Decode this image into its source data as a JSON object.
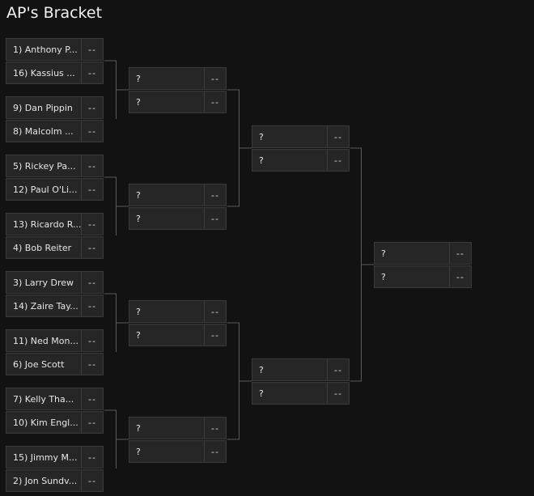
{
  "title": "AP's Bracket",
  "round1": [
    {
      "name": "1) Anthony P...",
      "score": "--"
    },
    {
      "name": "16) Kassius ...",
      "score": "--"
    },
    {
      "name": "9) Dan Pippin",
      "score": "--"
    },
    {
      "name": "8) Malcolm ...",
      "score": "--"
    },
    {
      "name": "5) Rickey Pa...",
      "score": "--"
    },
    {
      "name": "12) Paul O'Li...",
      "score": "--"
    },
    {
      "name": "13) Ricardo R...",
      "score": "--"
    },
    {
      "name": "4) Bob Reiter",
      "score": "--"
    },
    {
      "name": "3) Larry Drew",
      "score": "--"
    },
    {
      "name": "14) Zaire Tay...",
      "score": "--"
    },
    {
      "name": "11) Ned Mon...",
      "score": "--"
    },
    {
      "name": "6) Joe Scott",
      "score": "--"
    },
    {
      "name": "7) Kelly Tha...",
      "score": "--"
    },
    {
      "name": "10) Kim Engl...",
      "score": "--"
    },
    {
      "name": "15) Jimmy M...",
      "score": "--"
    },
    {
      "name": "2) Jon Sundv...",
      "score": "--"
    }
  ],
  "round2": [
    {
      "name": "?",
      "score": "--"
    },
    {
      "name": "?",
      "score": "--"
    },
    {
      "name": "?",
      "score": "--"
    },
    {
      "name": "?",
      "score": "--"
    },
    {
      "name": "?",
      "score": "--"
    },
    {
      "name": "?",
      "score": "--"
    },
    {
      "name": "?",
      "score": "--"
    },
    {
      "name": "?",
      "score": "--"
    }
  ],
  "round3": [
    {
      "name": "?",
      "score": "--"
    },
    {
      "name": "?",
      "score": "--"
    },
    {
      "name": "?",
      "score": "--"
    },
    {
      "name": "?",
      "score": "--"
    }
  ],
  "round4": [
    {
      "name": "?",
      "score": "--"
    },
    {
      "name": "?",
      "score": "--"
    }
  ],
  "colors": {
    "background": "#121212",
    "slot": "#262626",
    "border": "#3a3a3a",
    "connector": "#5a5a5a"
  }
}
